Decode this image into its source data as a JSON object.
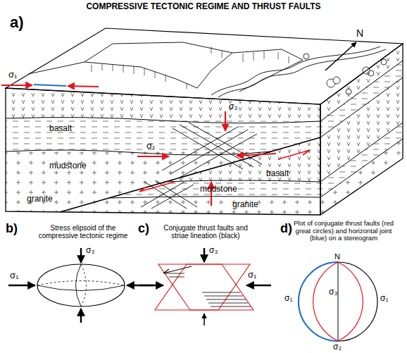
{
  "diagram": {
    "title": "COMPRESSIVE TECTONIC REGIME AND THRUST FAULTS",
    "labels": [
      "a)",
      "N",
      "σ₁",
      "σ₃",
      "σ₁",
      "basalt",
      "mudstone",
      "basalt",
      "granite",
      "mudstone",
      "granite",
      "b)",
      "Stress elipsoid of the compressive tectonic regime",
      "σ₁",
      "σ₃",
      "c)",
      "Conjugate thrust faults and striae lineation (black)",
      "σ₃",
      "σ₁",
      "d)",
      "Plot of conjugate thrust faults (red great circles) and horizontal joint (blue) on a stereogram",
      "N",
      "σ₁",
      "σ₃",
      "σ₁",
      "σ₂"
    ]
  }
}
